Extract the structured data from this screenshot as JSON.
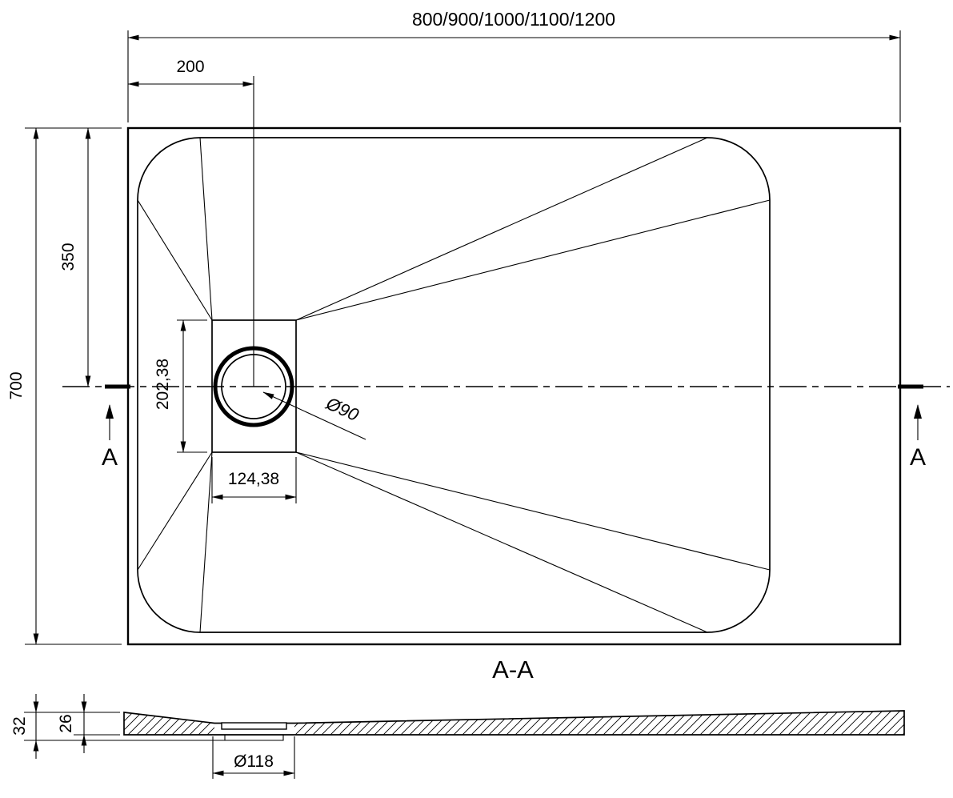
{
  "colors": {
    "line": "#000000",
    "background": "#ffffff"
  },
  "top_view": {
    "dim_overall_width": "800/900/1000/1100/1200",
    "dim_drain_offset": "200",
    "dim_top_to_center": "350",
    "dim_overall_depth": "700",
    "dim_recess_length": "202,38",
    "dim_recess_width": "124,38",
    "dim_drain_diameter": "Ø90",
    "section_mark_left": "A",
    "section_mark_right": "A"
  },
  "section_view": {
    "title": "A-A",
    "dim_total_height": "32",
    "dim_edge_height": "26",
    "dim_drain_flange_diameter": "Ø118"
  }
}
